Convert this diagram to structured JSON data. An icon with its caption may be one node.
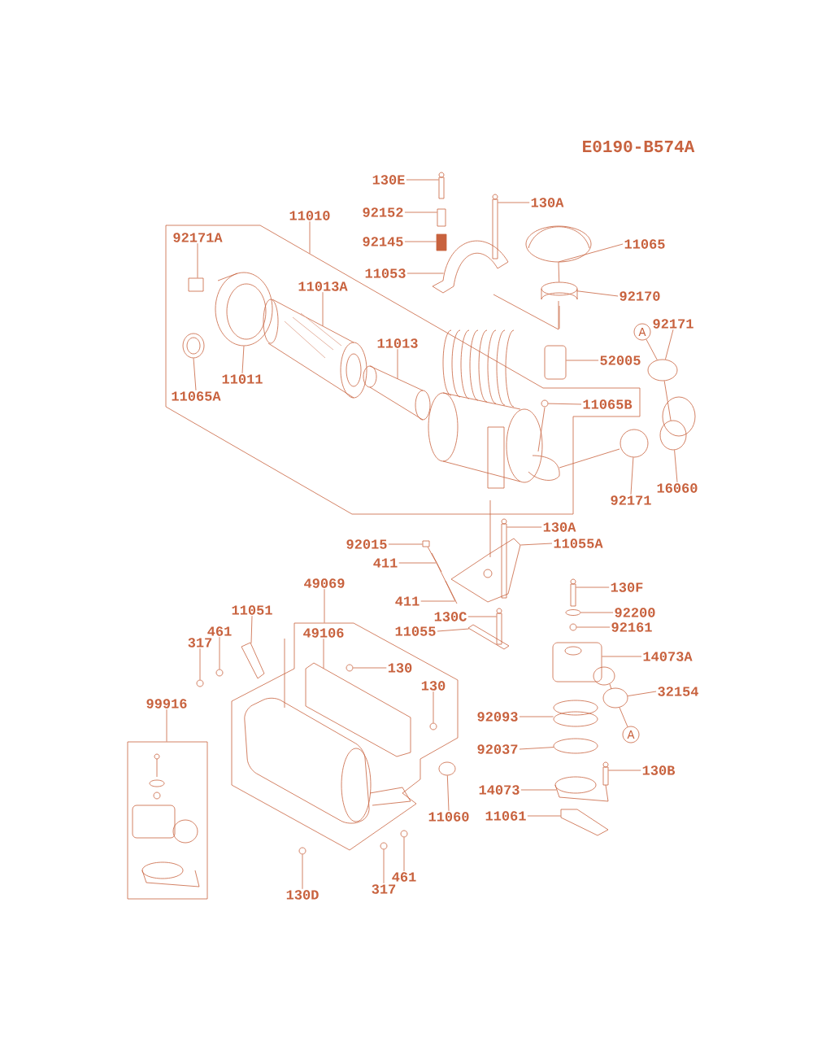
{
  "diagram": {
    "title": "E0190-B574A",
    "nodes": [
      {
        "text": [
          "130E"
        ]
      },
      {
        "text": [
          "92152"
        ]
      },
      {
        "text": [
          "92145"
        ]
      },
      {
        "text": [
          "11053"
        ]
      },
      {
        "text": [
          "130A"
        ]
      },
      {
        "text": [
          "11065"
        ]
      },
      {
        "text": [
          "92170"
        ]
      },
      {
        "text": [
          "11010"
        ]
      },
      {
        "text": [],
        "shape": "outline"
      },
      {
        "text": [
          "92171A"
        ],
        "in": 8
      },
      {
        "text": [
          "11013A"
        ],
        "in": 8
      },
      {
        "text": [
          "11013"
        ],
        "in": 8
      },
      {
        "text": [
          "11011"
        ],
        "in": 8
      },
      {
        "text": [
          "11065A"
        ],
        "in": 8
      },
      {
        "text": [
          "92171"
        ]
      },
      {
        "text": [
          "A"
        ]
      },
      {
        "text": [
          "52005"
        ]
      },
      {
        "text": [
          "11065B"
        ],
        "in": 8
      },
      {
        "text": [
          "16060"
        ]
      },
      {
        "text": [
          "92171"
        ]
      },
      {
        "text": [
          "130A"
        ]
      },
      {
        "text": [
          "11055A"
        ]
      },
      {
        "text": [
          "92015"
        ]
      },
      {
        "text": [
          "411"
        ]
      },
      {
        "text": [
          "411"
        ]
      },
      {
        "text": [
          "49069"
        ]
      },
      {
        "text": [],
        "shape": "outline"
      },
      {
        "text": [
          "11051"
        ]
      },
      {
        "text": [
          "461"
        ]
      },
      {
        "text": [
          "317"
        ]
      },
      {
        "text": [
          "49106"
        ],
        "in": 26
      },
      {
        "text": [
          "130C"
        ]
      },
      {
        "text": [
          "11055"
        ]
      },
      {
        "text": [
          "130F"
        ]
      },
      {
        "text": [
          "92200"
        ]
      },
      {
        "text": [
          "92161"
        ]
      },
      {
        "text": [
          "14073A"
        ]
      },
      {
        "text": [
          "130"
        ],
        "in": 26
      },
      {
        "text": [
          "130"
        ],
        "in": 26
      },
      {
        "text": [
          "32154"
        ]
      },
      {
        "text": [
          "99916"
        ]
      },
      {
        "text": [],
        "shape": "box"
      },
      {
        "text": [
          "92093"
        ]
      },
      {
        "text": [
          "92037"
        ]
      },
      {
        "text": [
          "A"
        ]
      },
      {
        "text": [
          "130B"
        ]
      },
      {
        "text": [
          "14073"
        ]
      },
      {
        "text": [
          "11061"
        ]
      },
      {
        "text": [
          "11060"
        ]
      },
      {
        "text": [
          "130D"
        ]
      },
      {
        "text": [
          "317"
        ]
      },
      {
        "text": [
          "461"
        ]
      },
      {
        "text": [],
        "shape": "box"
      },
      {
        "text": [],
        "shape": "box"
      },
      {
        "text": [],
        "shape": "box"
      },
      {
        "text": [],
        "shape": "picture"
      },
      {
        "text": [],
        "shape": "box"
      },
      {
        "text": [],
        "shape": "picture"
      },
      {
        "text": [],
        "shape": "circle"
      },
      {
        "text": [],
        "shape": "box",
        "in": 8
      },
      {
        "text": [],
        "shape": "picture",
        "in": 8
      },
      {
        "text": [],
        "shape": "picture",
        "in": 8
      },
      {
        "text": [],
        "shape": "picture",
        "in": 8
      },
      {
        "text": [],
        "shape": "picture",
        "in": 8
      },
      {
        "text": [],
        "shape": "circle"
      },
      {
        "text": [],
        "shape": "box"
      },
      {
        "text": [],
        "shape": "circle",
        "in": 8
      },
      {
        "text": [],
        "shape": "circle"
      },
      {
        "text": [],
        "shape": "circle"
      },
      {
        "text": [],
        "shape": "box"
      },
      {
        "text": [],
        "shape": "picture"
      },
      {
        "text": [],
        "shape": "box"
      },
      {
        "text": [],
        "shape": "picture"
      },
      {
        "text": [],
        "shape": "picture"
      },
      {
        "text": [],
        "shape": "picture"
      },
      {
        "text": [],
        "shape": "circle"
      },
      {
        "text": [],
        "shape": "circle"
      },
      {
        "text": [],
        "shape": "picture",
        "in": 26
      },
      {
        "text": [],
        "shape": "box"
      },
      {
        "text": [],
        "shape": "picture"
      },
      {
        "text": [],
        "shape": "box"
      },
      {
        "text": [],
        "shape": "circle"
      },
      {
        "text": [],
        "shape": "circle"
      },
      {
        "text": [],
        "shape": "box"
      },
      {
        "text": [],
        "shape": "circle",
        "in": 26
      },
      {
        "text": [],
        "shape": "circle",
        "in": 26
      },
      {
        "text": [],
        "shape": "circle"
      },
      {
        "text": [],
        "shape": "picture"
      },
      {
        "text": [],
        "shape": "circle"
      },
      {
        "text": [],
        "shape": "box"
      },
      {
        "text": [],
        "shape": "picture"
      },
      {
        "text": [],
        "shape": "picture"
      },
      {
        "text": [],
        "shape": "circle"
      },
      {
        "text": [],
        "shape": "circle"
      },
      {
        "text": [],
        "shape": "circle"
      },
      {
        "text": [],
        "shape": "circle"
      }
    ],
    "edges": [
      {
        "from": 0,
        "to": 52,
        "arrow": "none"
      },
      {
        "from": 1,
        "to": 53,
        "arrow": "none"
      },
      {
        "from": 2,
        "to": 54,
        "arrow": "none"
      },
      {
        "from": 3,
        "to": 55,
        "arrow": "none"
      },
      {
        "from": 4,
        "to": 56,
        "arrow": "none"
      },
      {
        "from": 5,
        "to": 57,
        "arrow": "none"
      },
      {
        "from": 6,
        "to": 58,
        "arrow": "none"
      },
      {
        "from": 7,
        "to": 8,
        "arrow": "none"
      },
      {
        "from": 9,
        "to": 59,
        "arrow": "none"
      },
      {
        "from": 10,
        "to": 60,
        "arrow": "none"
      },
      {
        "from": 11,
        "to": 61,
        "arrow": "none"
      },
      {
        "from": 12,
        "to": 62,
        "arrow": "none"
      },
      {
        "from": 13,
        "to": 63,
        "arrow": "none"
      },
      {
        "from": 14,
        "to": 64,
        "arrow": "none"
      },
      {
        "from": 15,
        "to": 64,
        "arrow": "none"
      },
      {
        "from": 16,
        "to": 65,
        "arrow": "none"
      },
      {
        "from": 17,
        "to": 66,
        "arrow": "none"
      },
      {
        "from": 18,
        "to": 67,
        "arrow": "none"
      },
      {
        "from": 19,
        "to": 68,
        "arrow": "none"
      },
      {
        "from": 20,
        "to": 69,
        "arrow": "none"
      },
      {
        "from": 21,
        "to": 70,
        "arrow": "none"
      },
      {
        "from": 22,
        "to": 71,
        "arrow": "none"
      },
      {
        "from": 23,
        "to": 72,
        "arrow": "none"
      },
      {
        "from": 24,
        "to": 73,
        "arrow": "none"
      },
      {
        "from": 25,
        "to": 26,
        "arrow": "none"
      },
      {
        "from": 27,
        "to": 74,
        "arrow": "none"
      },
      {
        "from": 28,
        "to": 75,
        "arrow": "none"
      },
      {
        "from": 29,
        "to": 76,
        "arrow": "none"
      },
      {
        "from": 30,
        "to": 77,
        "arrow": "none"
      },
      {
        "from": 31,
        "to": 78,
        "arrow": "none"
      },
      {
        "from": 32,
        "to": 79,
        "arrow": "none"
      },
      {
        "from": 33,
        "to": 80,
        "arrow": "none"
      },
      {
        "from": 34,
        "to": 81,
        "arrow": "none"
      },
      {
        "from": 35,
        "to": 82,
        "arrow": "none"
      },
      {
        "from": 36,
        "to": 83,
        "arrow": "none"
      },
      {
        "from": 37,
        "to": 84,
        "arrow": "none"
      },
      {
        "from": 38,
        "to": 85,
        "arrow": "none"
      },
      {
        "from": 39,
        "to": 86,
        "arrow": "none"
      },
      {
        "from": 40,
        "to": 41,
        "arrow": "none"
      },
      {
        "from": 42,
        "to": 87,
        "arrow": "none"
      },
      {
        "from": 43,
        "to": 88,
        "arrow": "none"
      },
      {
        "from": 44,
        "to": 86,
        "arrow": "none"
      },
      {
        "from": 45,
        "to": 89,
        "arrow": "none"
      },
      {
        "from": 46,
        "to": 90,
        "arrow": "none"
      },
      {
        "from": 47,
        "to": 91,
        "arrow": "none"
      },
      {
        "from": 48,
        "to": 92,
        "arrow": "none"
      },
      {
        "from": 49,
        "to": 93,
        "arrow": "none"
      },
      {
        "from": 50,
        "to": 94,
        "arrow": "none"
      },
      {
        "from": 51,
        "to": 95,
        "arrow": "none"
      },
      {
        "from": 57,
        "to": 58,
        "arrow": "none"
      },
      {
        "from": 64,
        "to": 67,
        "arrow": "none"
      },
      {
        "from": 71,
        "to": 72,
        "arrow": "none"
      },
      {
        "from": 72,
        "to": 73,
        "arrow": "none"
      }
    ]
  }
}
